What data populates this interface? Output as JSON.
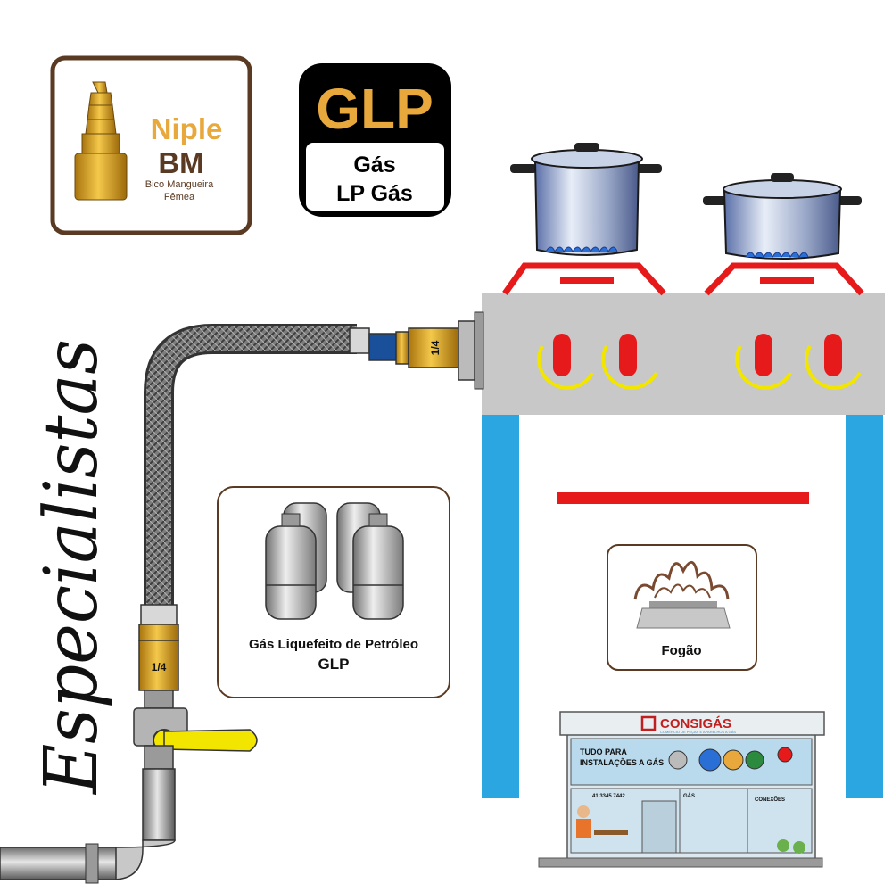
{
  "niple_card": {
    "title": "Niple",
    "subtitle": "BM",
    "caption_line1": "Bico Mangueira",
    "caption_line2": "Fêmea"
  },
  "glp_badge": {
    "title": "GLP",
    "line1": "Gás",
    "line2": "LP Gás"
  },
  "side_text": "Especialistas",
  "cylinders_card": {
    "line1": "Gás Liquefeito de Petróleo",
    "line2": "GLP"
  },
  "stove_card": {
    "label": "Fogão"
  },
  "fitting_labels": {
    "stove_fitting": "1/4",
    "valve_fitting": "1/4"
  },
  "shop": {
    "brand": "CONSIGÁS",
    "tagline": "COMÉRCIO DE PEÇAS E APARELHOS A GÁS",
    "banner_line1": "TUDO PARA",
    "banner_line2": "INSTALAÇÕES A GÁS",
    "phone": "41 3345 7442",
    "window_gas": "GÁS",
    "window_conexoes": "CONEXÕES"
  },
  "colors": {
    "brown": "#5a3a22",
    "gold": "#e8a83c",
    "stove_red": "#e61a1a",
    "stove_leg_blue": "#2ba6e0",
    "stove_body_gray": "#c8c8c8",
    "knob_yellow": "#f2e600",
    "shop_blue": "#3f8fc7"
  },
  "icons": [
    "niple-fitting-icon",
    "gas-cylinders-icon",
    "stove-burner-icon",
    "pot-icon",
    "ball-valve-icon",
    "flexible-hose-icon",
    "shop-icon"
  ]
}
